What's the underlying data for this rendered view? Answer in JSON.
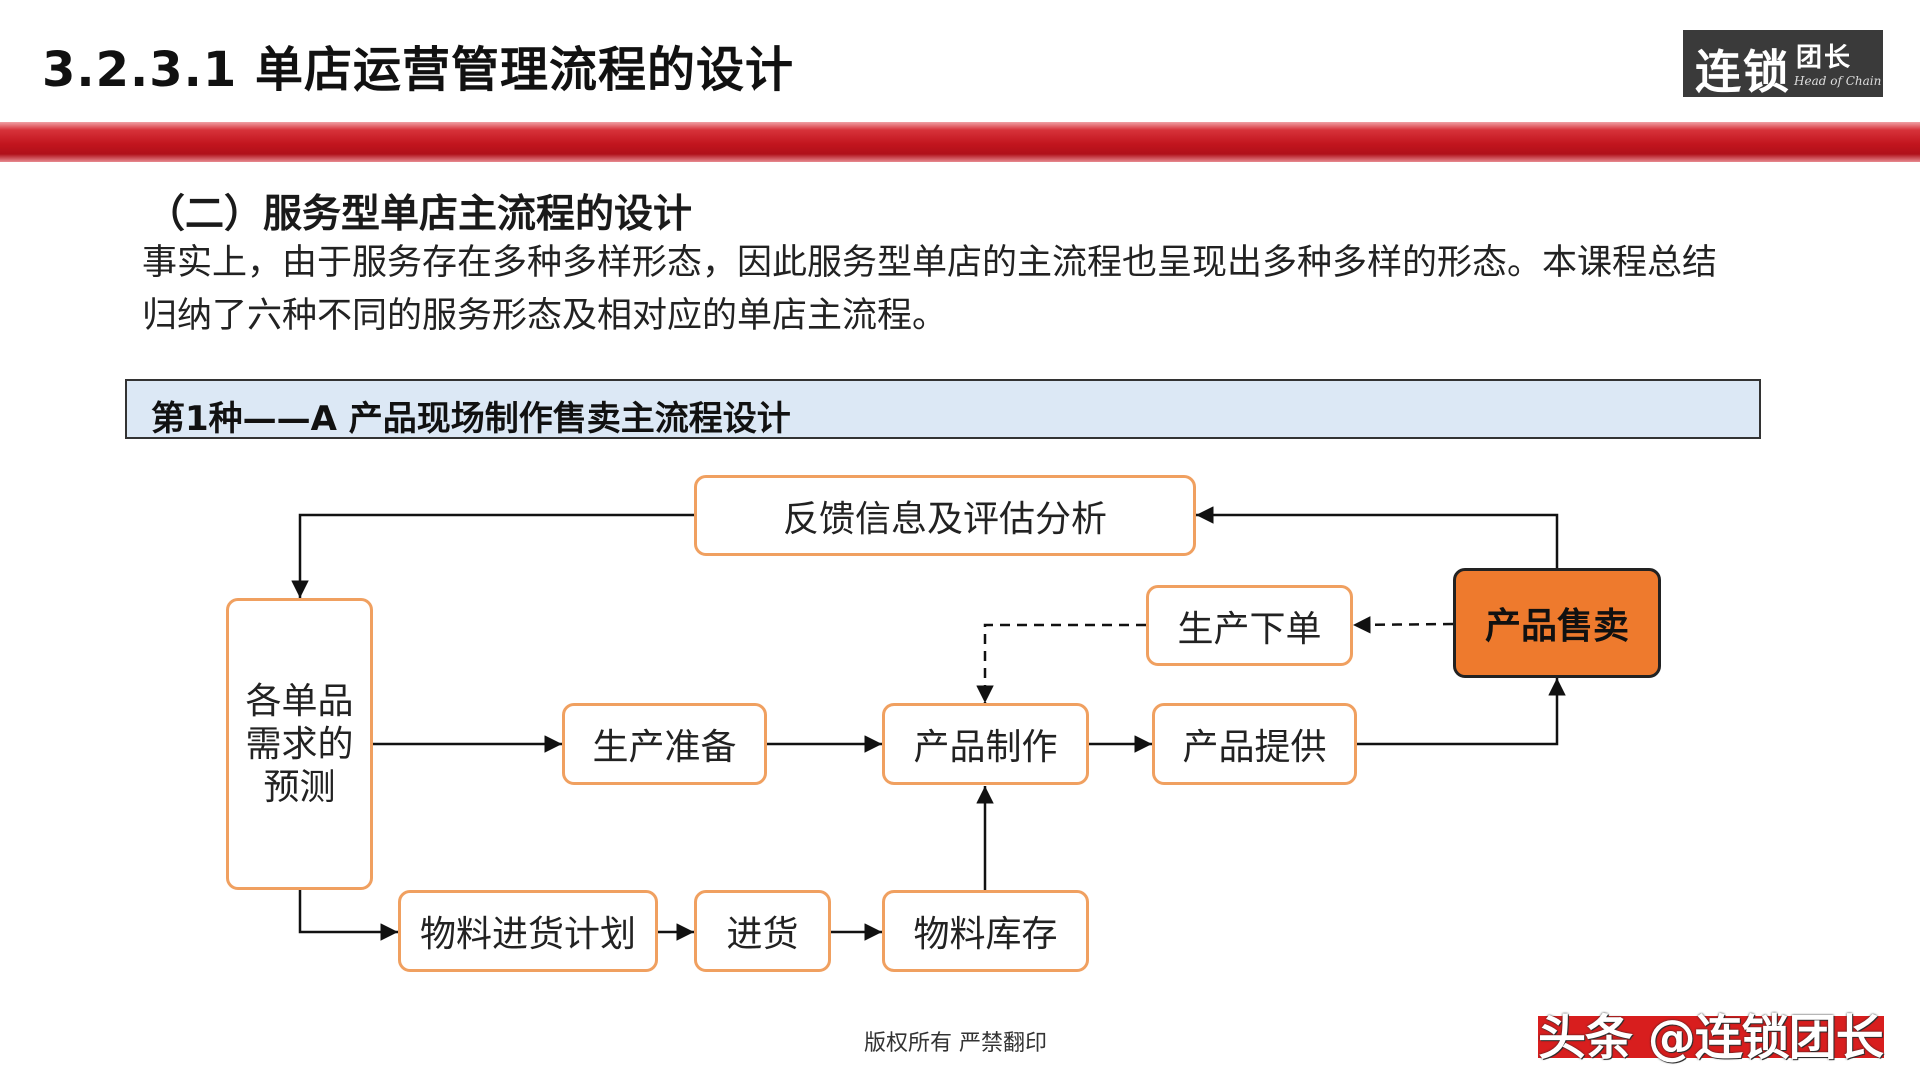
{
  "header": {
    "title": "3.2.3.1  单店运营管理流程的设计",
    "logo_main": "连锁",
    "logo_sub": "团长",
    "logo_en": "Head of Chain"
  },
  "section_heading": "（二）服务型单店主流程的设计",
  "intro_lines": [
    "事实上，由于服务存在多种多样形态，因此服务型单店的主流程也呈现出多种多样的形态。本课程总结",
    "归纳了六种不同的服务形态及相对应的单店主流程。"
  ],
  "banner": "第1种——A 产品现场制作售卖主流程设计",
  "nodes": {
    "feedback": "反馈信息及评估分析",
    "forecast": "各单品需求的预测",
    "prep": "生产准备",
    "make": "产品制作",
    "provide": "产品提供",
    "order": "生产下单",
    "sell": "产品售卖",
    "plan": "物料进货计划",
    "purchase": "进货",
    "stock": "物料库存"
  },
  "colors": {
    "accent": "#ee7a2d",
    "node_border": "#f0a060",
    "banner_bg": "#dce8f5",
    "header_band": "#c2151e"
  },
  "footer": "版权所有  严禁翻印",
  "watermark": "头条 @连锁团长"
}
